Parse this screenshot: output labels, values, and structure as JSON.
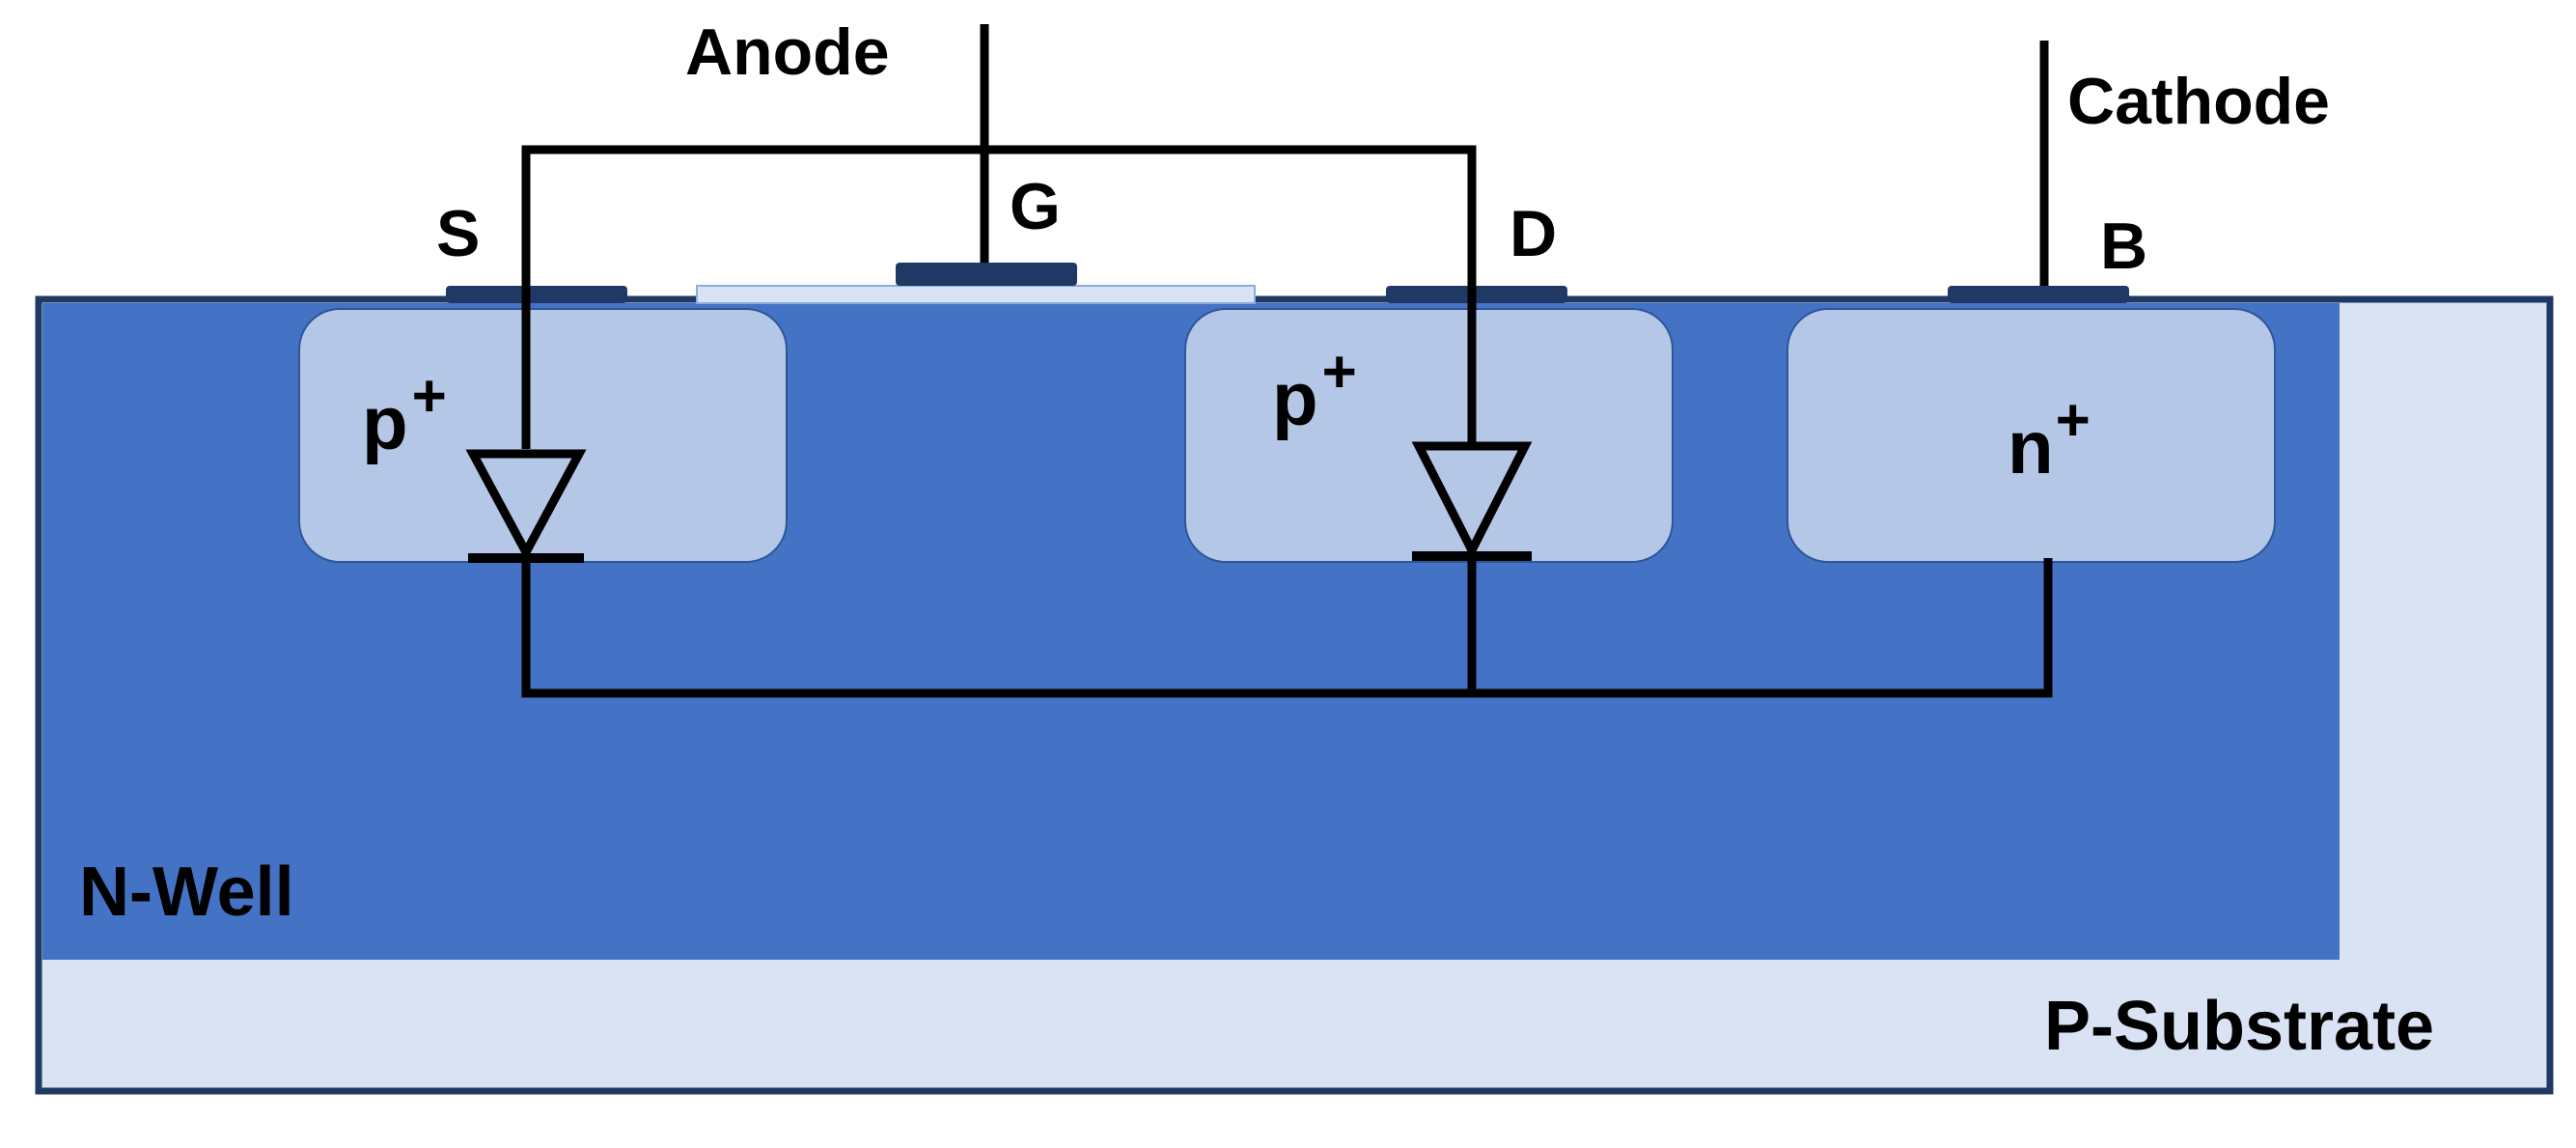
{
  "terminals": {
    "anode": "Anode",
    "cathode": "Cathode"
  },
  "contacts": {
    "source": "S",
    "gate": "G",
    "drain": "D",
    "body": "B"
  },
  "regions": {
    "left_p": {
      "base": "p",
      "sup": "+"
    },
    "right_p": {
      "base": "p",
      "sup": "+"
    },
    "n_plus": {
      "base": "n",
      "sup": "+"
    },
    "n_well": "N-Well",
    "p_substrate": "P-Substrate"
  },
  "colors": {
    "p_substrate": "#dae3f3",
    "n_well": "#4472c4",
    "diffusion": "#b4c7e7",
    "contact": "#203864",
    "gate_oxide": "#dae3f3",
    "outline": "#1f3864",
    "wire": "#000000"
  },
  "icons": {
    "diode": "diode-icon"
  }
}
